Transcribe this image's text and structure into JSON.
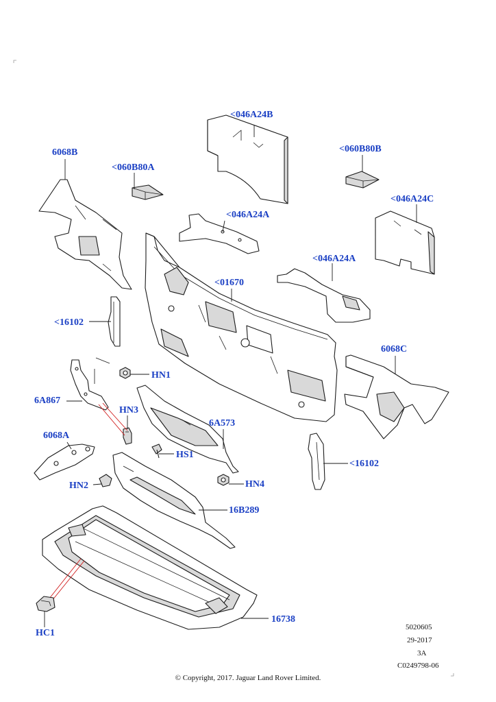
{
  "callouts": {
    "c046A24B_top": "<046A24B",
    "c6068B": "6068B",
    "c060B80A": "<060B80A",
    "c060B80B": "<060B80B",
    "c046A24C": "<046A24C",
    "c046A24A_upper": "<046A24A",
    "c046A24A_right": "<046A24A",
    "c01670": "<01670",
    "c16102_left": "<16102",
    "c6068C": "6068C",
    "HN1": "HN1",
    "c6A867": "6A867",
    "HN3": "HN3",
    "c6A573": "6A573",
    "c6068A": "6068A",
    "HS1": "HS1",
    "c16102_right": "<16102",
    "HN2": "HN2",
    "HN4": "HN4",
    "c16B289": "16B289",
    "c16738": "16738",
    "HC1": "HC1"
  },
  "meta": {
    "ref_number": "5020605",
    "date": "29-2017",
    "revision": "3A",
    "image_code": "C0249798-06"
  },
  "copyright": "© Copyright, 2017. Jaguar Land Rover Limited.",
  "colors": {
    "callout_text": "#1a3fc4",
    "line_art": "#1a1a1a",
    "part_fill": "#ffffff",
    "part_shade": "#d9d9d9",
    "highlight_lines": "#d01818"
  }
}
